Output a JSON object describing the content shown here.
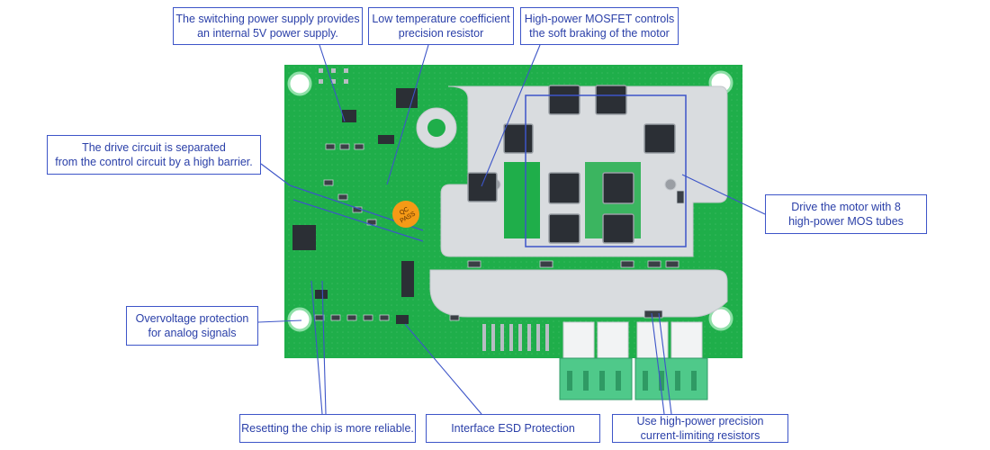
{
  "callouts": {
    "switching_supply": {
      "line1": "The switching power supply provides",
      "line2": "an internal 5V power supply."
    },
    "precision_resistor": {
      "line1": "Low temperature coefficient",
      "line2": "precision resistor"
    },
    "mosfet_braking": {
      "line1": "High-power MOSFET controls",
      "line2": "the soft braking of the motor"
    },
    "drive_separated": {
      "line1": "The drive circuit is separated",
      "line2": "from the control circuit by a high barrier."
    },
    "drive_motor": {
      "line1": "Drive the motor with 8",
      "line2": "high-power MOS tubes"
    },
    "overvoltage": {
      "line1": "Overvoltage protection",
      "line2": "for analog signals"
    },
    "reset_chip": {
      "line1": "Resetting the chip is more reliable."
    },
    "esd": {
      "line1": "Interface ESD Protection"
    },
    "current_limit": {
      "line1": "Use high-power precision",
      "line2": "current-limiting resistors"
    }
  },
  "board": {
    "pass_sticker": [
      "QC",
      "PASS"
    ],
    "colors": {
      "pcb": "#1fae4a",
      "copper": "#d9dcdf",
      "callout_border": "#3d55c8",
      "callout_text": "#2a3fa8",
      "terminal": "#4fc98a",
      "sticker": "#f59a16"
    }
  }
}
